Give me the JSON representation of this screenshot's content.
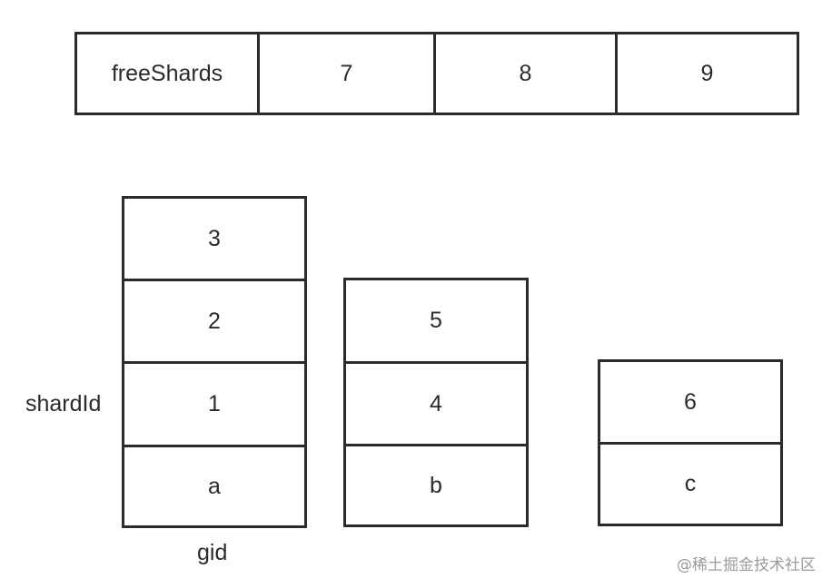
{
  "free_shards": {
    "header": "freeShards",
    "values": [
      "7",
      "8",
      "9"
    ]
  },
  "groups": {
    "row_label": "shardId",
    "column_label": "gid",
    "stacks": [
      {
        "gid": "a",
        "shards": [
          "3",
          "2",
          "1"
        ]
      },
      {
        "gid": "b",
        "shards": [
          "5",
          "4"
        ]
      },
      {
        "gid": "c",
        "shards": [
          "6"
        ]
      }
    ]
  },
  "watermark": "@稀土掘金技术社区"
}
